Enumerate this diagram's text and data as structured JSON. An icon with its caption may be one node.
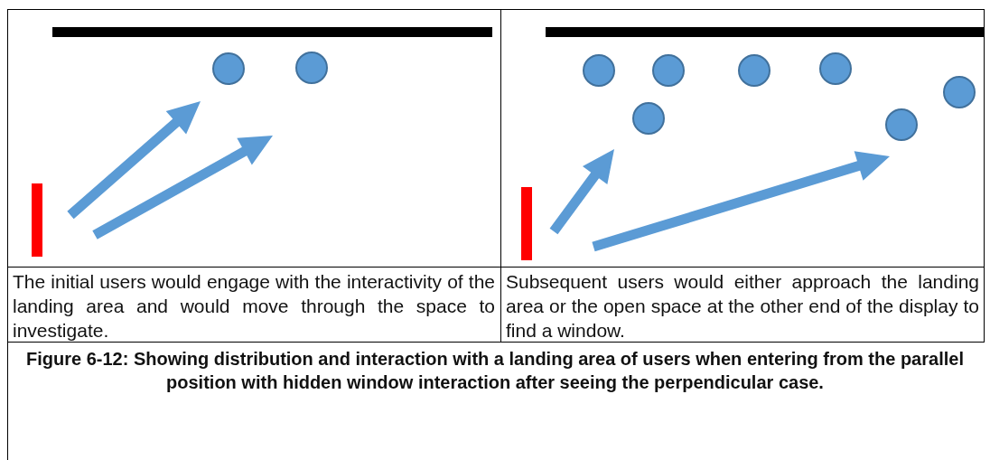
{
  "diagram": {
    "caption": "Figure 6-12: Showing distribution and interaction with a landing area of users when entering from the parallel position with hidden window interaction after seeing the perpendicular case.",
    "nodes": [
      {
        "text": [],
        "shape": "bar"
      },
      {
        "text": [],
        "shape": "circle"
      },
      {
        "text": [],
        "shape": "circle"
      },
      {
        "text": [],
        "shape": "bar"
      },
      {
        "text": [],
        "shape": "bar"
      },
      {
        "text": [],
        "shape": "circle"
      },
      {
        "text": [],
        "shape": "circle"
      },
      {
        "text": [],
        "shape": "circle"
      },
      {
        "text": [],
        "shape": "circle"
      },
      {
        "text": [],
        "shape": "circle"
      },
      {
        "text": [],
        "shape": "circle"
      },
      {
        "text": [],
        "shape": "circle"
      },
      {
        "text": [],
        "shape": "bar"
      }
    ],
    "labels": [
      "The initial users would engage with the interactivity of the landing area and would move through the space to investigate.",
      "Subsequent users would either approach the landing area or the open space at the other end of the display to find a window."
    ]
  }
}
